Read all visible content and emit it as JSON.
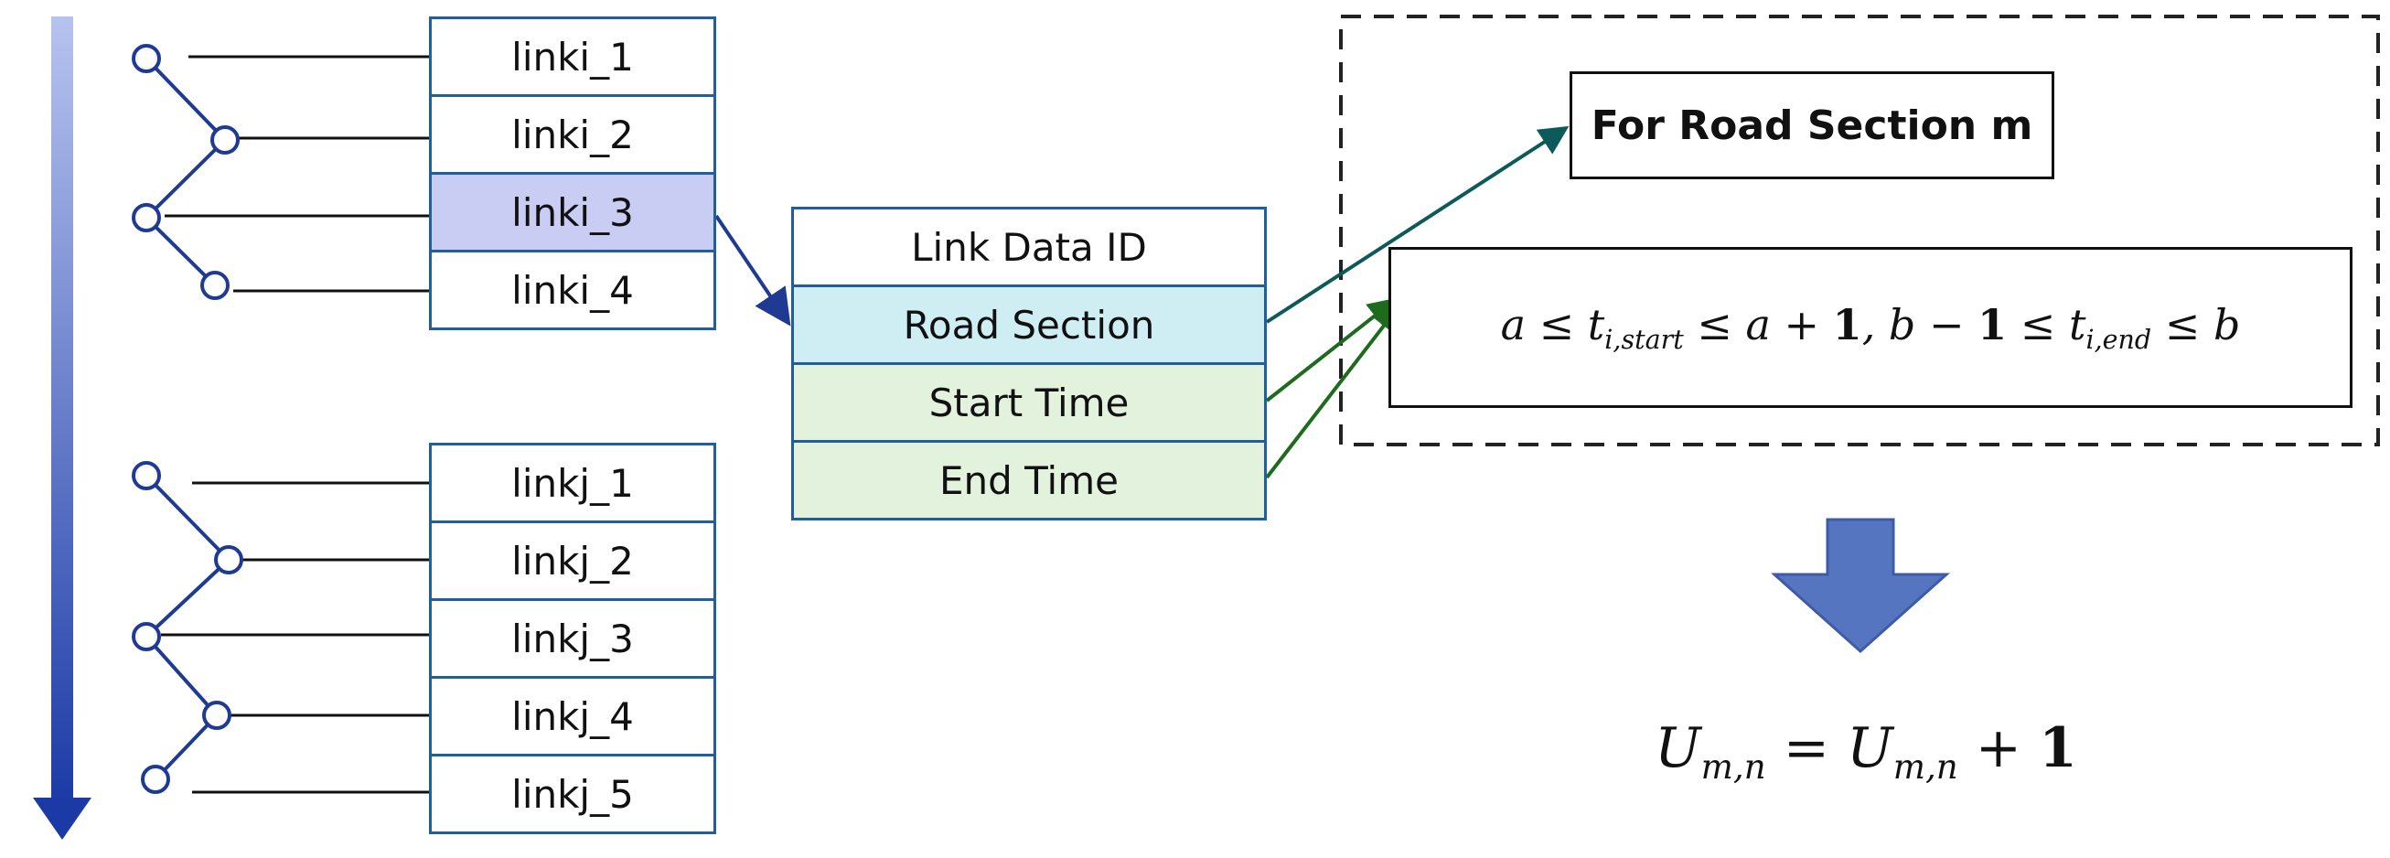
{
  "stack_i": [
    "linki_1",
    "linki_2",
    "linki_3",
    "linki_4"
  ],
  "stack_j": [
    "linkj_1",
    "linkj_2",
    "linkj_3",
    "linkj_4",
    "linkj_5"
  ],
  "record": {
    "fields": [
      "Link Data ID",
      "Road Section",
      "Start Time",
      "End Time"
    ]
  },
  "condition": {
    "title": "For Road Section m"
  },
  "colors": {
    "highlight_row": "#c9cdf3",
    "road_section_fill": "#cfeef3",
    "time_fill": "#e2f2dc",
    "line_blue": "#1f3a93",
    "arrow_teal": "#0d5a5a",
    "arrow_green": "#1e6b1e",
    "down_arrow": "#5575c0"
  }
}
